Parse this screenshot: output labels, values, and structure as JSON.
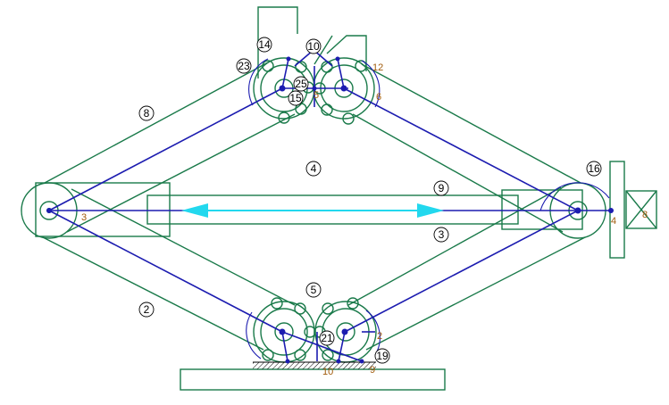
{
  "circled_labels": [
    "14",
    "10",
    "23",
    "25",
    "15",
    "8",
    "4",
    "9",
    "16",
    "3",
    "5",
    "2",
    "21",
    "19"
  ],
  "plain_labels": [
    "12",
    "6",
    "5",
    "3",
    "4",
    "8",
    "2",
    "10",
    "9"
  ],
  "colors": {
    "links": "#1a7a4a",
    "mechanism_lines": "#1c1cb0",
    "arrow": "#22d8ee",
    "label_orange": "#a05a0a"
  }
}
